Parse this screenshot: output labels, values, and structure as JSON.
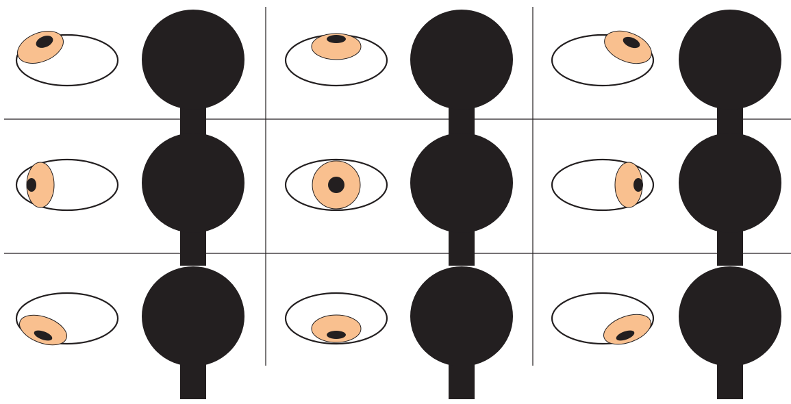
{
  "diagram": {
    "type": "eye-gaze-direction-grid",
    "rows": 3,
    "columns": 3,
    "colors": {
      "background": "#ffffff",
      "lines": "#231f20",
      "sclera_fill": "#ffffff",
      "iris_fill": "#f9c08f",
      "pupil_fill": "#231f20",
      "silhouette_fill": "#231f20"
    },
    "cells": [
      {
        "gaze": "up-left"
      },
      {
        "gaze": "up"
      },
      {
        "gaze": "up-right"
      },
      {
        "gaze": "left"
      },
      {
        "gaze": "center"
      },
      {
        "gaze": "right"
      },
      {
        "gaze": "down-left"
      },
      {
        "gaze": "down"
      },
      {
        "gaze": "down-right"
      }
    ]
  }
}
